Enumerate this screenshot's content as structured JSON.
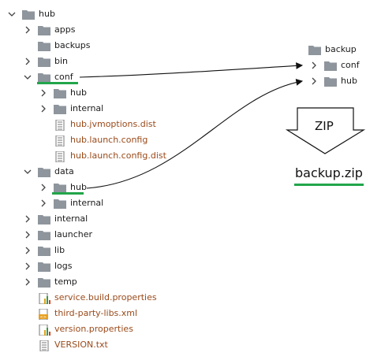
{
  "tree": {
    "root": "hub",
    "apps": "apps",
    "backups": "backups",
    "bin": "bin",
    "conf": "conf",
    "conf_hub": "hub",
    "conf_internal": "internal",
    "jvm": "hub.jvmoptions.dist",
    "launch": "hub.launch.config",
    "launch_dist": "hub.launch.config.dist",
    "data": "data",
    "data_hub": "hub",
    "data_internal": "internal",
    "internal": "internal",
    "launcher": "launcher",
    "lib": "lib",
    "logs": "logs",
    "temp": "temp",
    "service": "service.build.properties",
    "third": "third-party-libs.xml",
    "version_props": "version.properties",
    "version_txt": "VERSION.txt"
  },
  "backup": {
    "root": "backup",
    "conf": "conf",
    "hub": "hub",
    "arrow_label": "ZIP",
    "result": "backup.zip"
  },
  "colors": {
    "highlight": "#22a54a",
    "file_text": "#9a4a1a",
    "folder": "#8e959c"
  },
  "icons": [
    "chevron-down-icon",
    "chevron-right-icon",
    "folder-icon",
    "file-icon",
    "properties-file-icon",
    "xml-file-icon",
    "text-file-icon",
    "down-arrow-icon"
  ]
}
